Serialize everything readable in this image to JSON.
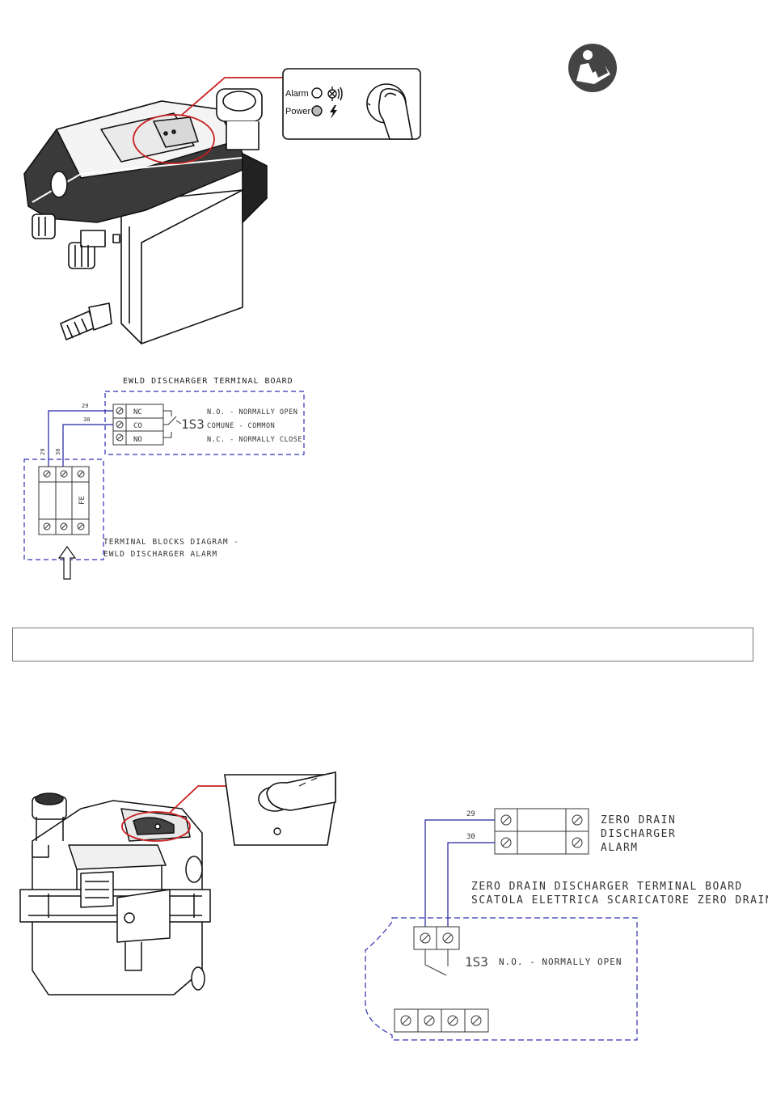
{
  "callout_top": {
    "alarm_label": "Alarm",
    "power_label": "Power"
  },
  "ewd_diagram": {
    "title": "EWLD DISCHARGER TERMINAL BOARD",
    "wire_a": "29",
    "wire_b": "30",
    "terminals": [
      "NC",
      "CO",
      "NO"
    ],
    "relay_code": "1S3",
    "descriptions": [
      "N.O. - NORMALLY OPEN",
      "COMUNE - COMMON",
      "N.C. - NORMALLY CLOSE"
    ],
    "terminal_fe_label": "FE",
    "blocks_caption_line1": "TERMINAL BLOCKS DIAGRAM -",
    "blocks_caption_line2": "EWLD DISCHARGER ALARM"
  },
  "zero_drain_diagram": {
    "wire_a": "29",
    "wire_b": "30",
    "alarm_block_label": [
      "ZERO DRAIN",
      "DISCHARGER",
      "ALARM"
    ],
    "board_title_en": "ZERO DRAIN DISCHARGER TERMINAL BOARD",
    "board_title_it": "SCATOLA ELETTRICA SCARICATORE ZERO DRAIN",
    "relay_code": "1S3",
    "relay_desc": "N.O. - NORMALLY OPEN"
  }
}
